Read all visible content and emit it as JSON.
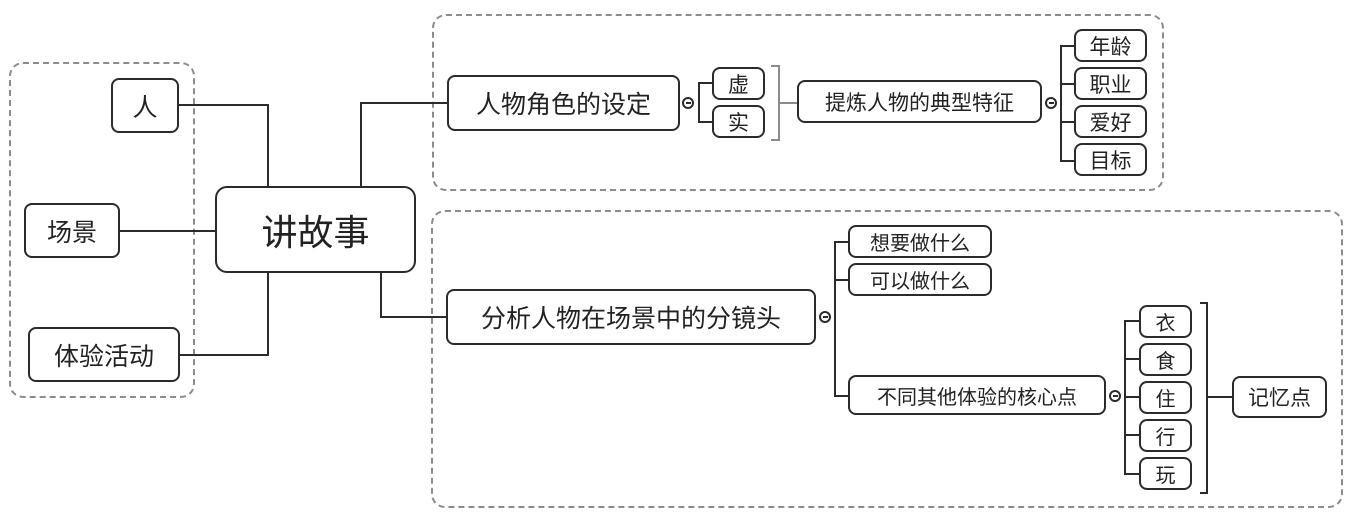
{
  "root": {
    "label": "讲故事"
  },
  "left_group": {
    "items": [
      {
        "label": "人"
      },
      {
        "label": "场景"
      },
      {
        "label": "体验活动"
      }
    ]
  },
  "branch_character": {
    "label": "人物角色的设定",
    "children": [
      {
        "label": "虚"
      },
      {
        "label": "实"
      }
    ],
    "summary": {
      "label": "提炼人物的典型特征",
      "children": [
        {
          "label": "年龄"
        },
        {
          "label": "职业"
        },
        {
          "label": "爱好"
        },
        {
          "label": "目标"
        }
      ]
    }
  },
  "branch_scene": {
    "label": "分析人物在场景中的分镜头",
    "children": [
      {
        "label": "想要做什么"
      },
      {
        "label": "可以做什么"
      },
      {
        "label": "不同其他体验的核心点",
        "children": [
          {
            "label": "衣"
          },
          {
            "label": "食"
          },
          {
            "label": "住"
          },
          {
            "label": "行"
          },
          {
            "label": "玩"
          }
        ],
        "summary": {
          "label": "记忆点"
        }
      }
    ]
  }
}
